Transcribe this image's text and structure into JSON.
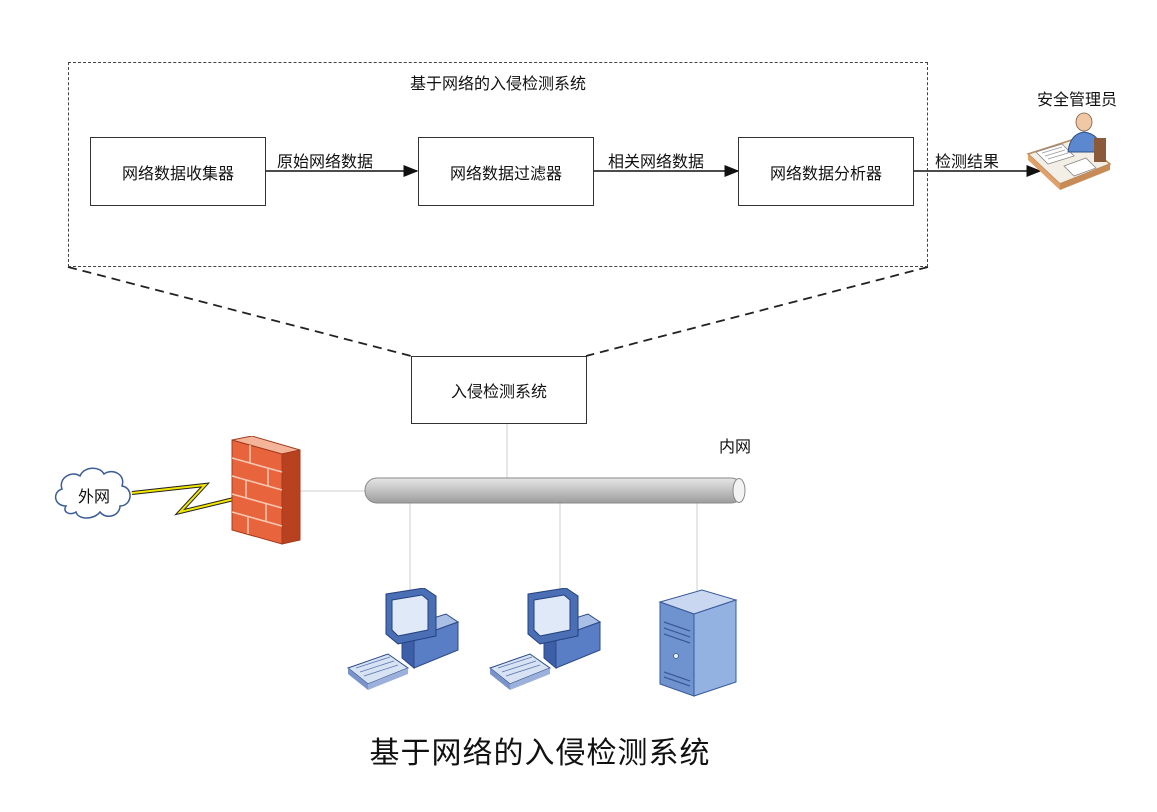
{
  "frame": {
    "title": "基于网络的入侵检测系统"
  },
  "pipeline": {
    "collector": "网络数据收集器",
    "filter": "网络数据过滤器",
    "analyzer": "网络数据分析器",
    "edge_raw": "原始网络数据",
    "edge_related": "相关网络数据",
    "edge_result": "检测结果"
  },
  "admin": {
    "label": "安全管理员",
    "icon": "security-admin-icon"
  },
  "ids": {
    "label": "入侵检测系统"
  },
  "network": {
    "internal_label": "内网",
    "external_label": "外网",
    "firewall_icon": "firewall-icon",
    "cloud_icon": "cloud-icon",
    "pipe_icon": "network-bus-icon",
    "workstation_icon": "workstation-icon",
    "server_icon": "server-icon"
  },
  "caption": "基于网络的入侵检测系统",
  "colors": {
    "pipe": "#c7c7c7",
    "firewall": "#e8643c",
    "computer": "#4a6fb5",
    "server": "#7fa3d6"
  }
}
